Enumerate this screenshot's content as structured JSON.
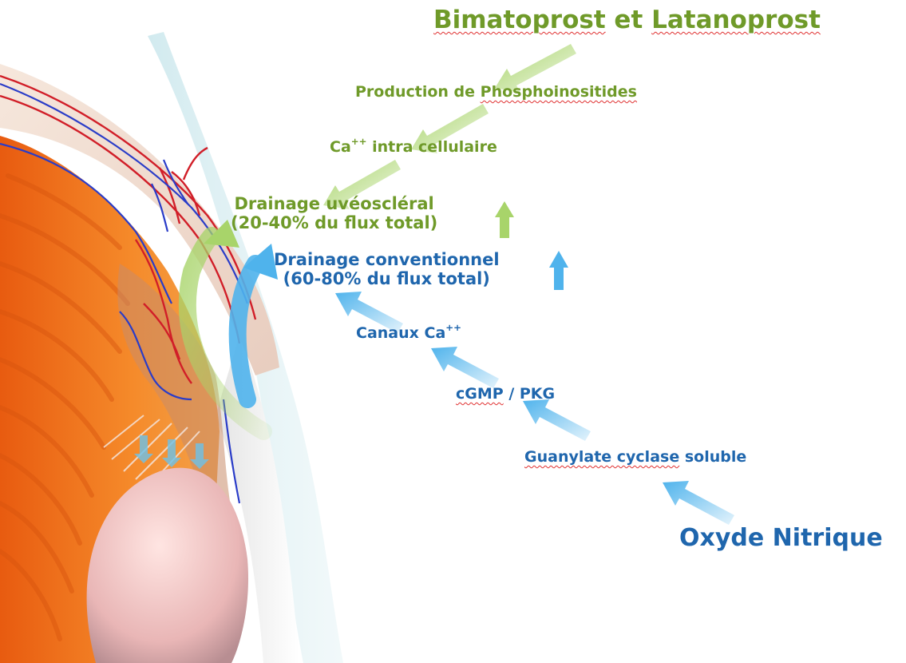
{
  "colors": {
    "green": "#6f9a29",
    "blue": "#1f66ad",
    "green_arrow": "#a8d46a",
    "blue_arrow": "#4fb3ec",
    "iris": "#f07a1e",
    "vessel_red": "#d11e28",
    "vessel_blue": "#2a3cc8"
  },
  "green_pathway": {
    "drug": {
      "part1": "Bimatoprost",
      "part2": " et ",
      "part3": "Latanoprost"
    },
    "step1": {
      "part1": "Production de ",
      "part2": "Phosphoinositides"
    },
    "step2": {
      "base": "Ca",
      "sup": "++",
      "rest": " intra cellulaire"
    },
    "result": {
      "line1": "Drainage uvéoscléral",
      "line2": "(20-40% du flux total)"
    }
  },
  "blue_pathway": {
    "result": {
      "line1": "Drainage conventionnel",
      "line2": "(60-80% du flux total)"
    },
    "step3": {
      "base": "Canaux Ca",
      "sup": "++"
    },
    "step2": {
      "part1": "cGMP",
      "part2": " / PKG"
    },
    "step1": {
      "part1": "Guanylate cyclase",
      "part2": " soluble"
    },
    "source": "Oxyde Nitrique"
  },
  "arrow_icons": {
    "pathway_arrow": "diagonal-arrow-icon",
    "increase_arrow": "up-arrow-icon",
    "flow_arrow": "curved-flow-arrow-icon"
  }
}
